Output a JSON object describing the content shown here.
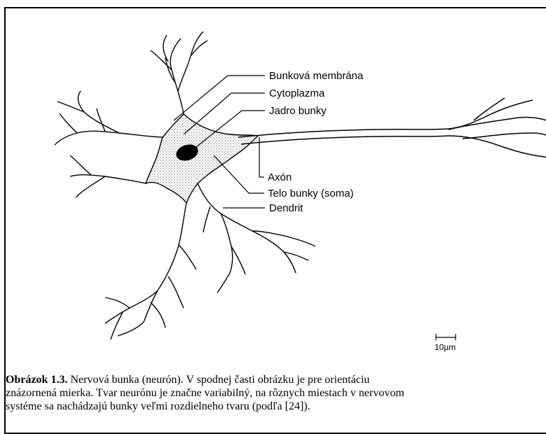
{
  "labels": {
    "membrane": "Bunková membrána",
    "cytoplasm": "Cytoplazma",
    "nucleus": "Jadro bunky",
    "axon": "Axón",
    "soma": "Telo bunky (soma)",
    "dendrite": "Dendrit"
  },
  "scale": {
    "label": "10µm"
  },
  "caption": {
    "prefix": "Obrázok 1.3.",
    "line1": " Nervová bunka (neurón). V spodnej časti obrázku je pre orientáciu",
    "line2": "znázornená mierka. Tvar neurónu je značne variabilný, na rôznych miestach v nervovom",
    "line3": "systéme sa nachádzajú bunky veľmi rozdielneho tvaru (podľa [24])."
  },
  "colors": {
    "ink": "#000000",
    "soma_fill": "#d8d8d8"
  }
}
